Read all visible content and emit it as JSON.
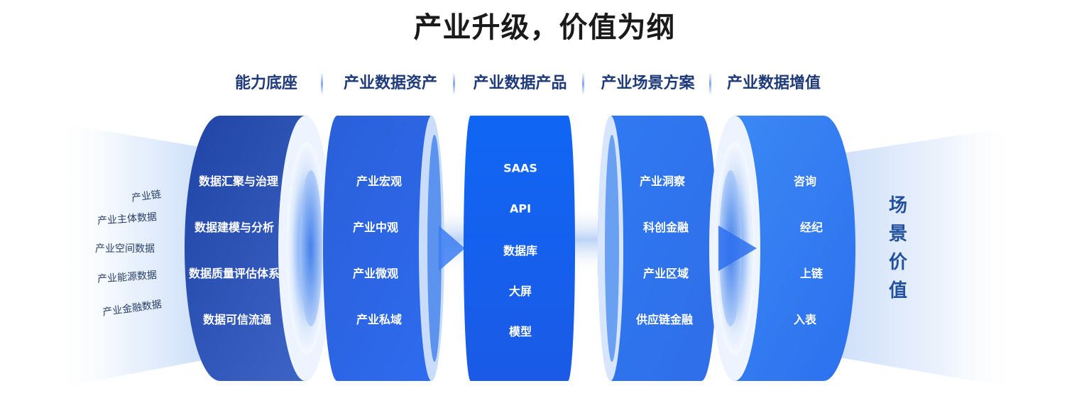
{
  "title": "产业升级，价值为纲",
  "headers": [
    "能力底座",
    "产业数据资产",
    "产业数据产品",
    "产业场景方案",
    "产业数据增值"
  ],
  "inputs": [
    "产业链",
    "产业主体数据",
    "产业空间数据",
    "产业能源数据",
    "产业金融数据"
  ],
  "col1": [
    "数据汇聚与治理",
    "数据建模与分析",
    "数据质量评估体系",
    "数据可信流通"
  ],
  "col2": [
    "产业宏观",
    "产业中观",
    "产业微观",
    "产业私域"
  ],
  "col3": [
    "SAAS",
    "API",
    "数据库",
    "大屏",
    "模型"
  ],
  "col4": [
    "产业洞察",
    "科创金融",
    "产业区域",
    "供应链金融"
  ],
  "col5": [
    "咨询",
    "经纪",
    "上链",
    "入表"
  ],
  "right_label": [
    "场",
    "景",
    "价",
    "值"
  ]
}
